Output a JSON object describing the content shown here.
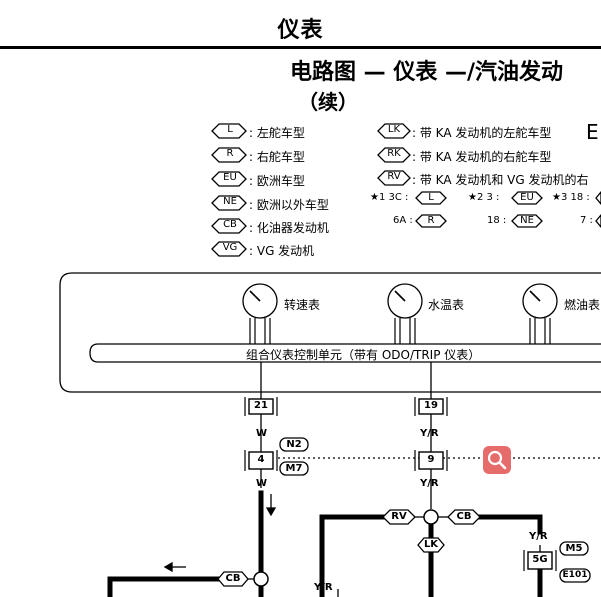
{
  "header": {
    "title": "仪表",
    "subtitle": "电路图 — 仪表 —/汽油发动",
    "continued": "（续）"
  },
  "legend": [
    {
      "code": "L",
      "text": ": 左舵车型"
    },
    {
      "code": "R",
      "text": ": 右舵车型"
    },
    {
      "code": "EU",
      "text": ": 欧洲车型"
    },
    {
      "code": "NE",
      "text": ": 欧洲以外车型"
    },
    {
      "code": "CB",
      "text": ": 化油器发动机"
    },
    {
      "code": "VG",
      "text": ": VG 发动机"
    },
    {
      "code": "LK",
      "text": ": 带 KA 发动机的左舵车型"
    },
    {
      "code": "RK",
      "text": ": 带 KA 发动机的右舵车型"
    },
    {
      "code": "RV",
      "text": ": 带 KA 发动机和 VG 发动机的右"
    }
  ],
  "edge_letter": "E",
  "star_notes": {
    "n1": "★1 3C :",
    "n1_code": "L",
    "n1b": "6A :",
    "n1b_code": "R",
    "n2": "★2 3 :",
    "n2_code": "EU",
    "n2b": "18 :",
    "n2b_code": "NE",
    "n3": "★3 18 :",
    "n3b": "7 :"
  },
  "gauges": {
    "tacho": "转速表",
    "water": "水温表",
    "fuel": "燃油表"
  },
  "control_unit": "组合仪表控制单元（带有 ODO/TRIP 仪表）",
  "connectors": {
    "c21": "21",
    "c19": "19",
    "c4": "4",
    "c9": "9",
    "c5g": "5G"
  },
  "wires": {
    "w_top": "W",
    "w_bot": "W",
    "yr_top": "Y/R",
    "yr_bot": "Y/R",
    "yr_right": "Y/R",
    "yr_left": "Y/R"
  },
  "tags": {
    "n2": "N2",
    "m7": "M7",
    "rv": "RV",
    "cb1": "CB",
    "lk": "LK",
    "cb2": "CB",
    "m5": "M5",
    "e101": "E101"
  },
  "icons": {
    "zoom": "magnifier-icon"
  }
}
